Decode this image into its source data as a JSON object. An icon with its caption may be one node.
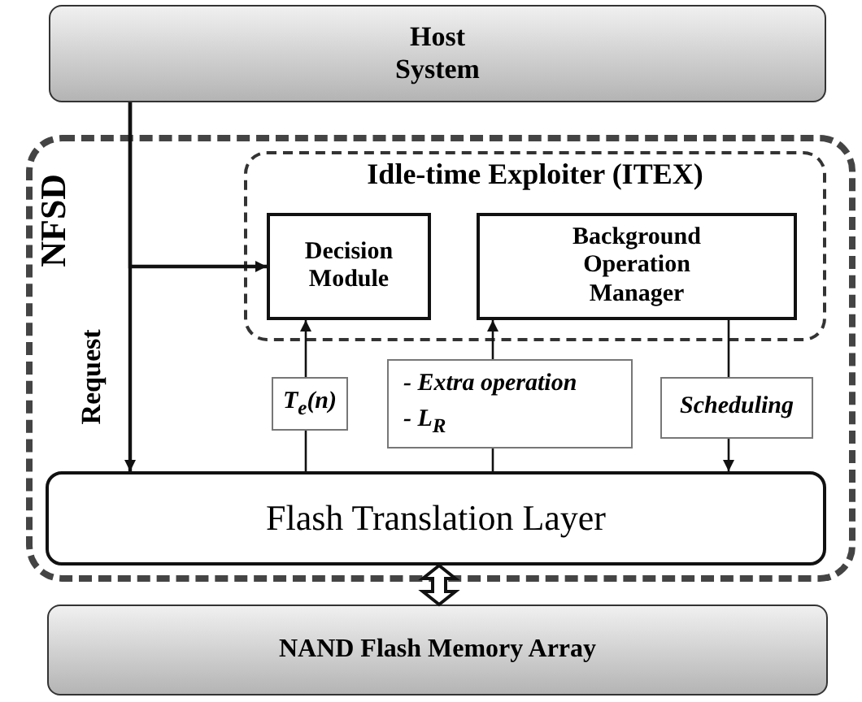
{
  "diagram": {
    "nodes": [
      {
        "text": [
          "Host System"
        ]
      },
      {
        "text": [
          "NFSD"
        ]
      },
      {
        "text": [
          "Idle-time Exploiter (ITEX)"
        ],
        "in": 1
      },
      {
        "text": [
          "Decision Module"
        ],
        "in": 2
      },
      {
        "text": [
          "Background Operation Manager"
        ],
        "in": 2
      },
      {
        "text": [
          "T$_{e}$(n)"
        ],
        "in": 1
      },
      {
        "text": [
          "- Extra operation",
          "- L$_{R}$"
        ],
        "in": 1
      },
      {
        "text": [
          "Scheduling"
        ],
        "in": 1
      },
      {
        "text": [
          "Flash Translation Layer"
        ],
        "in": 1
      },
      {
        "text": [
          "NAND Flash Memory Array"
        ]
      }
    ],
    "edges": [
      {
        "from": 0,
        "to": 8,
        "arrow": "to",
        "label": "Request"
      },
      {
        "from": 0,
        "to": 3,
        "arrow": "to"
      },
      {
        "from": 8,
        "to": 5,
        "arrow": "none"
      },
      {
        "from": 5,
        "to": 3,
        "arrow": "to"
      },
      {
        "from": 8,
        "to": 6,
        "arrow": "none"
      },
      {
        "from": 6,
        "to": 4,
        "arrow": "to"
      },
      {
        "from": 4,
        "to": 7,
        "arrow": "none"
      },
      {
        "from": 7,
        "to": 8,
        "arrow": "to"
      },
      {
        "from": 8,
        "to": 9,
        "arrow": "both",
        "style": "thick"
      }
    ]
  }
}
